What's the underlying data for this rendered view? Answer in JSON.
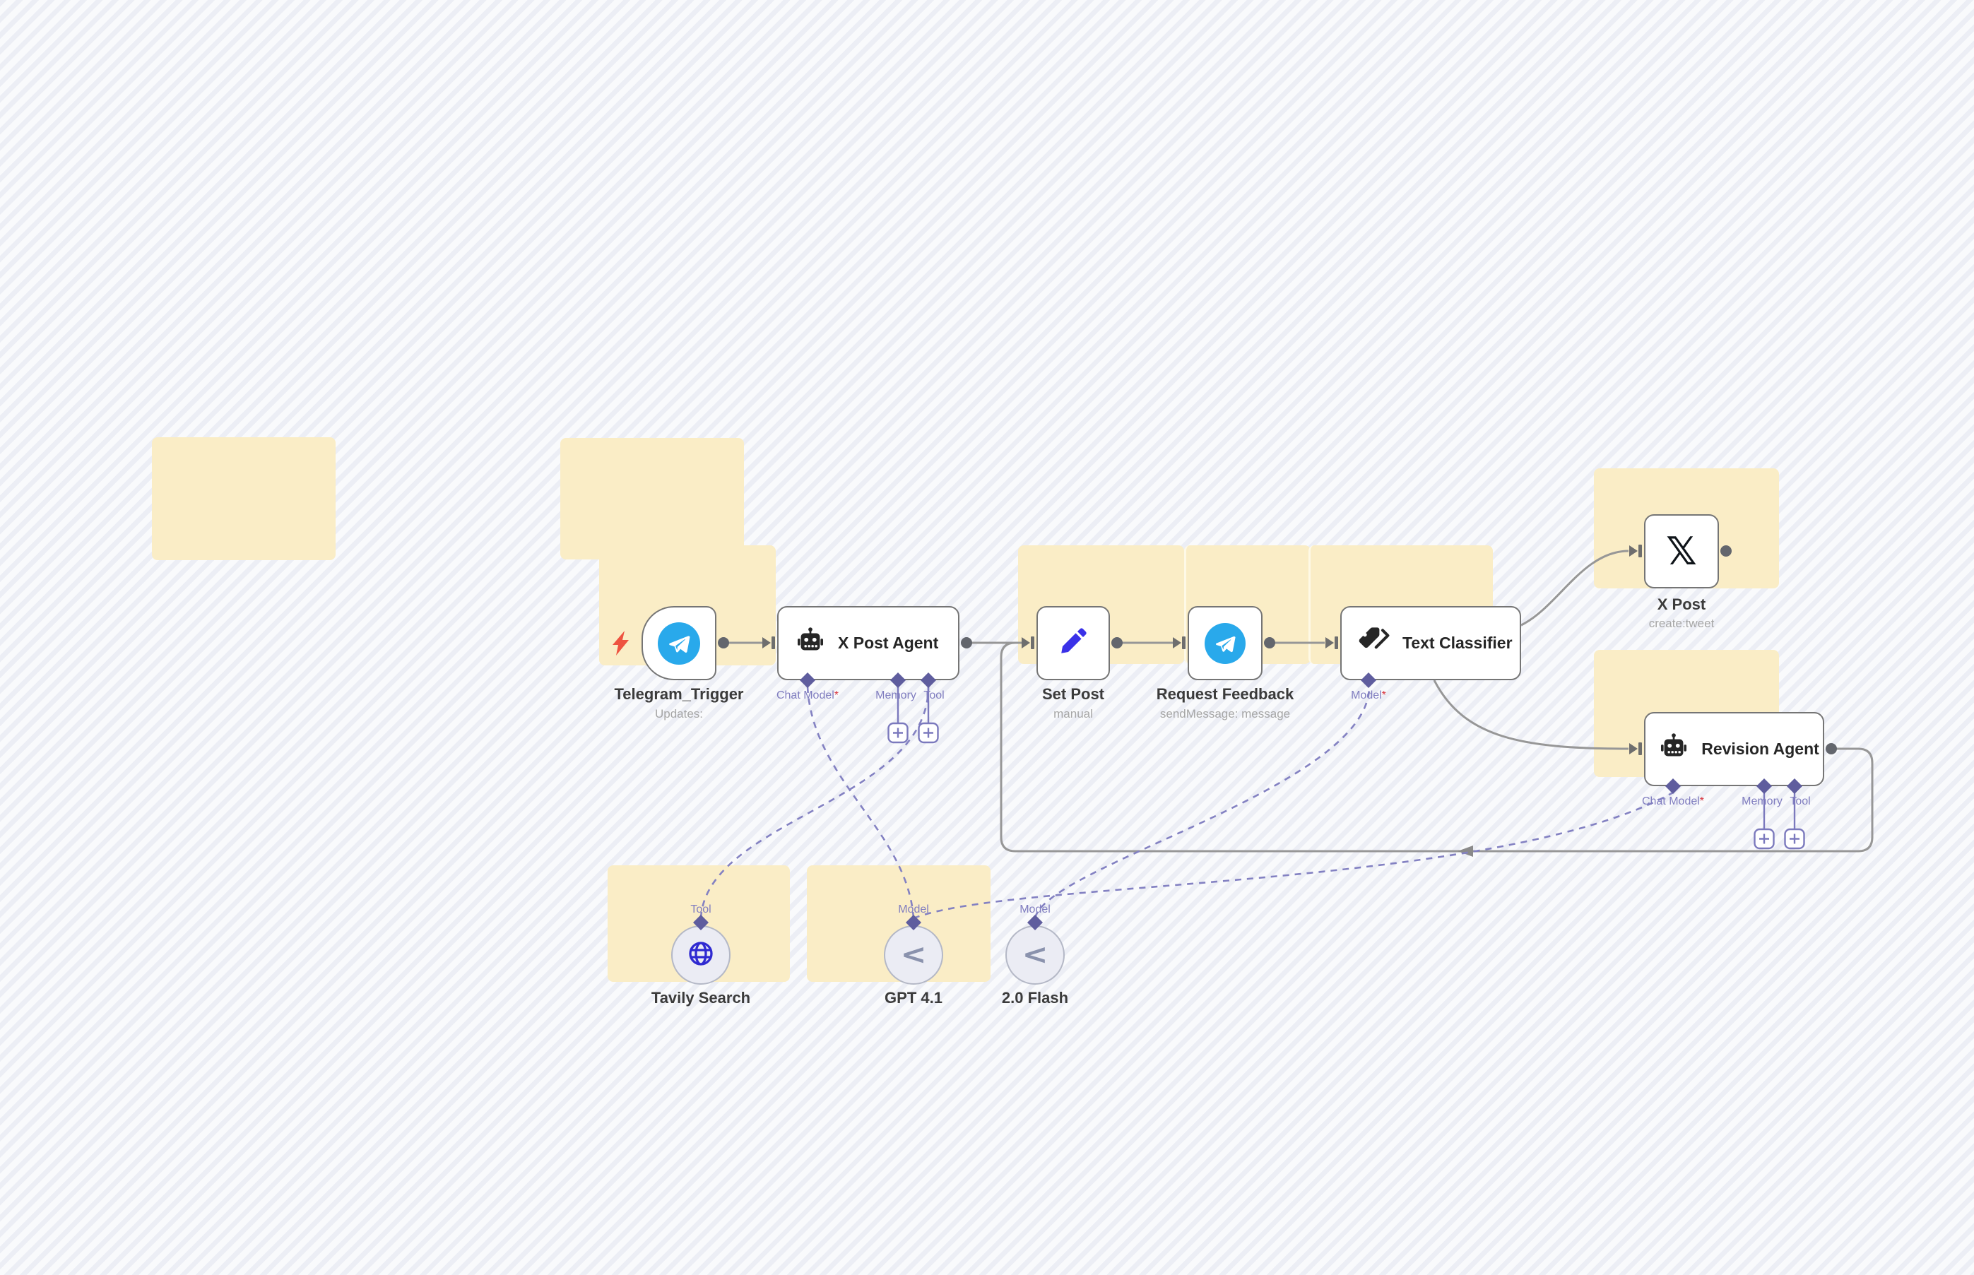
{
  "colors": {
    "canvas_bg": "#f9fafc",
    "canvas_stripe": "#eceef5",
    "sticky_note": "#faedc6",
    "node_border": "#757575",
    "wire_gray": "#979797",
    "wire_dashed_purple": "#8381c2",
    "port_purple": "#5f5d9e",
    "required_red": "#d8323c",
    "telegram_blue": "#29a9eb",
    "pencil_blue": "#3a31e8",
    "globe_blue": "#2f2ad1",
    "bolt_red": "#ee5340"
  },
  "workflow": {
    "trigger": {
      "name": "Telegram_Trigger",
      "subtitle": "Updates:"
    },
    "agent": {
      "title": "X Post Agent",
      "port_chat_model": "Chat Model",
      "required_marker": "*",
      "port_memory": "Memory",
      "port_tool": "Tool"
    },
    "set_post": {
      "name": "Set Post",
      "subtitle": "manual"
    },
    "request_feedback": {
      "name": "Request Feedback",
      "subtitle": "sendMessage: message"
    },
    "text_classifier": {
      "title": "Text Classifier",
      "port_model": "Model",
      "required_marker": "*"
    },
    "x_post": {
      "name": "X Post",
      "subtitle": "create:tweet"
    },
    "revision_agent": {
      "title": "Revision Agent",
      "port_chat_model": "Chat Model",
      "required_marker": "*",
      "port_memory": "Memory",
      "port_tool": "Tool"
    },
    "tavily": {
      "name": "Tavily Search",
      "port": "Tool"
    },
    "gpt": {
      "name": "GPT 4.1",
      "port": "Model"
    },
    "flash": {
      "name": "2.0 Flash",
      "port": "Model"
    }
  }
}
